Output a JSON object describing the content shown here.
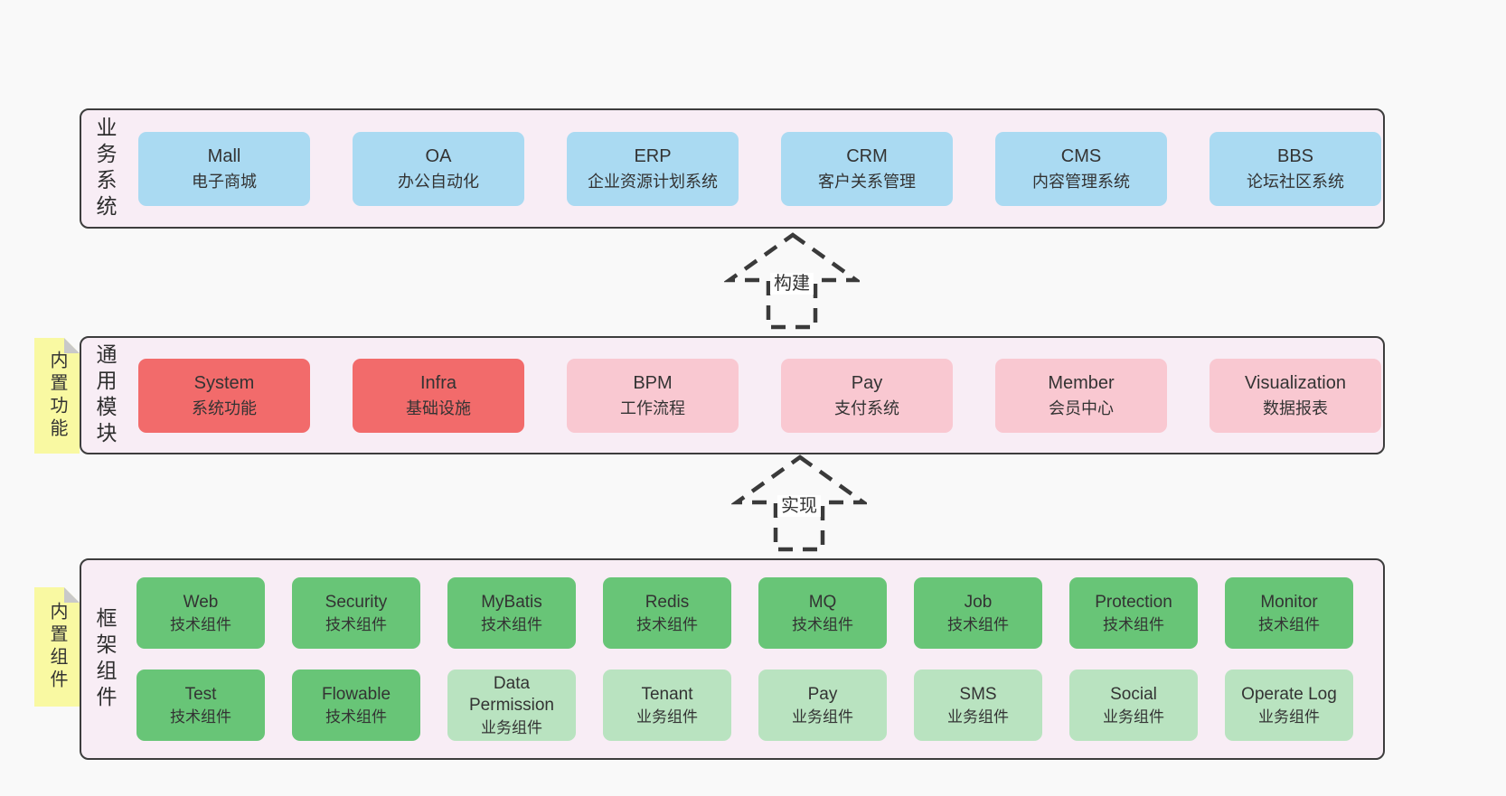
{
  "colors": {
    "page_bg": "#f9f9f9",
    "band_bg": "#f8edf5",
    "band_border": "#3d3d3d",
    "blue_box": "#aadaf2",
    "red_box": "#f26b6b",
    "pink_box": "#f9c8d1",
    "green_dark_box": "#68c577",
    "green_light_box": "#b9e3c0",
    "tab_yellow": "#f9f9a2",
    "text": "#333333"
  },
  "bands": [
    {
      "label": "业务系统",
      "boxes": [
        {
          "name": "Mall",
          "desc": "电子商城"
        },
        {
          "name": "OA",
          "desc": "办公自动化"
        },
        {
          "name": "ERP",
          "desc": "企业资源计划系统"
        },
        {
          "name": "CRM",
          "desc": "客户关系管理"
        },
        {
          "name": "CMS",
          "desc": "内容管理系统"
        },
        {
          "name": "BBS",
          "desc": "论坛社区系统"
        }
      ]
    },
    {
      "label": "通用模块",
      "tab": "内置功能",
      "boxes": [
        {
          "name": "System",
          "desc": "系统功能"
        },
        {
          "name": "Infra",
          "desc": "基础设施"
        },
        {
          "name": "BPM",
          "desc": "工作流程"
        },
        {
          "name": "Pay",
          "desc": "支付系统"
        },
        {
          "name": "Member",
          "desc": "会员中心"
        },
        {
          "name": "Visualization",
          "desc": "数据报表"
        }
      ]
    },
    {
      "label": "框架组件",
      "tab": "内置组件",
      "boxes": [
        {
          "name": "Web",
          "desc": "技术组件"
        },
        {
          "name": "Security",
          "desc": "技术组件"
        },
        {
          "name": "MyBatis",
          "desc": "技术组件"
        },
        {
          "name": "Redis",
          "desc": "技术组件"
        },
        {
          "name": "MQ",
          "desc": "技术组件"
        },
        {
          "name": "Job",
          "desc": "技术组件"
        },
        {
          "name": "Protection",
          "desc": "技术组件"
        },
        {
          "name": "Monitor",
          "desc": "技术组件"
        },
        {
          "name": "Test",
          "desc": "技术组件"
        },
        {
          "name": "Flowable",
          "desc": "技术组件"
        },
        {
          "name": "Data Permission",
          "desc": "业务组件"
        },
        {
          "name": "Tenant",
          "desc": "业务组件"
        },
        {
          "name": "Pay",
          "desc": "业务组件"
        },
        {
          "name": "SMS",
          "desc": "业务组件"
        },
        {
          "name": "Social",
          "desc": "业务组件"
        },
        {
          "name": "Operate Log",
          "desc": "业务组件"
        }
      ]
    }
  ],
  "arrows": [
    {
      "label": "构建"
    },
    {
      "label": "实现"
    }
  ]
}
